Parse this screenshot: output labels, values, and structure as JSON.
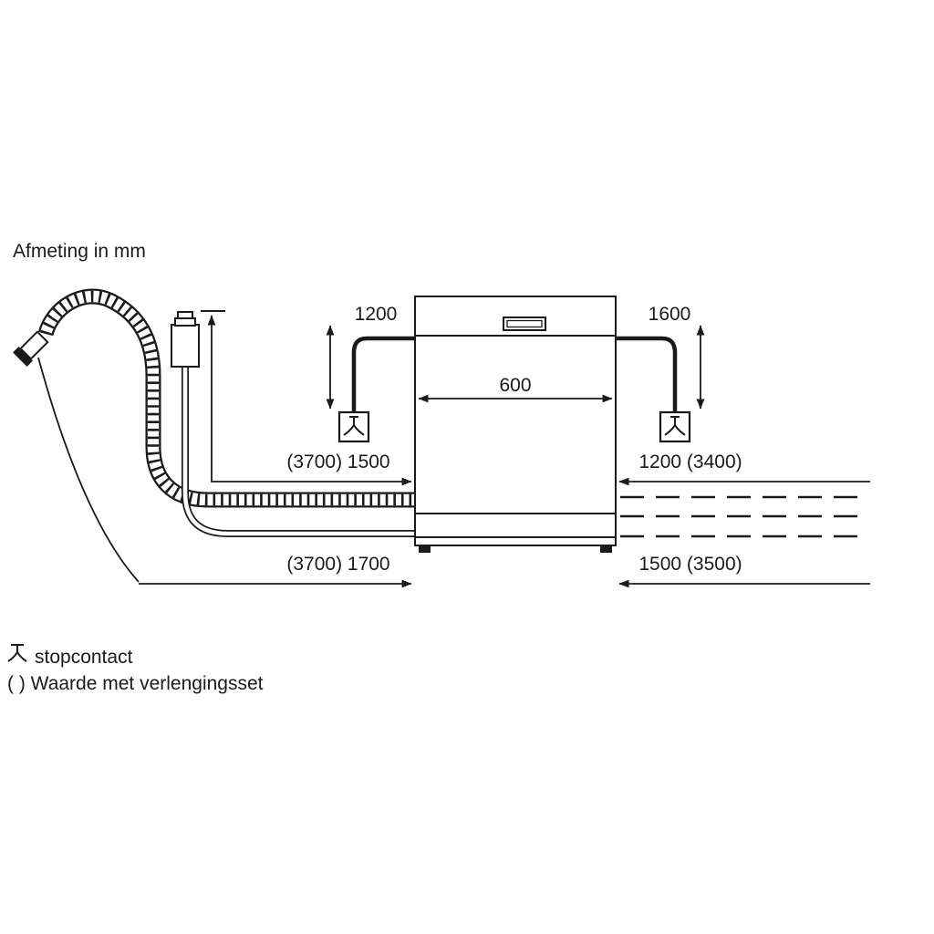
{
  "title": "Afmeting in mm",
  "colors": {
    "line": "#1a1a1a",
    "background": "#ffffff"
  },
  "dimensions": {
    "cord_left": "1200",
    "cord_right": "1600",
    "appliance_width": "600",
    "supply_hose": "(3700) 1500",
    "drain_extension_top": "1200 (3400)",
    "drain_hose": "(3700) 1700",
    "drain_extension_bottom": "1500 (3500)"
  },
  "legend": {
    "socket": "stopcontact",
    "extension": "( ) Waarde met verlengingsset"
  }
}
